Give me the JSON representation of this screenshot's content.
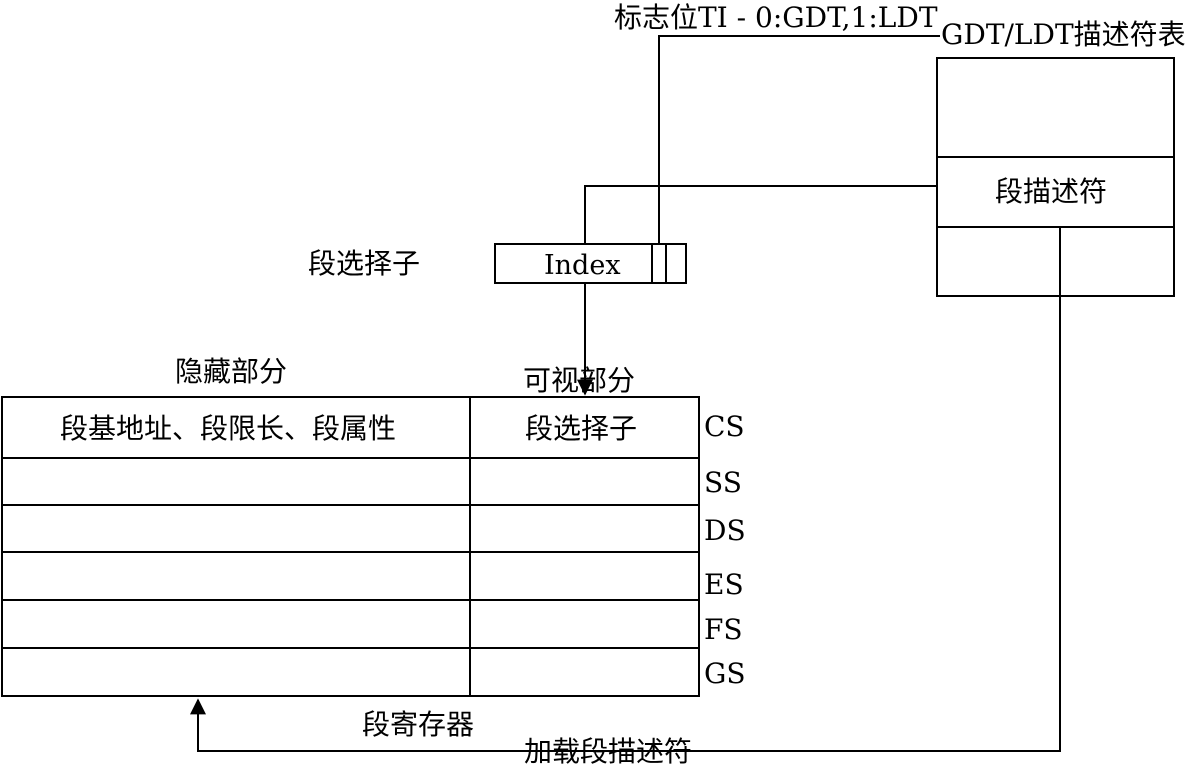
{
  "ti_flag_label": "标志位TI - 0:GDT,1:LDT",
  "descriptor_table_title": "GDT/LDT描述符表",
  "descriptor_entry_label": "段描述符",
  "selector_label": "段选择子",
  "selector_index_label": "Index",
  "hidden_part_label": "隐藏部分",
  "visible_part_label": "可视部分",
  "hidden_cell_text": "段基地址、段限长、段属性",
  "visible_cell_text": "段选择子",
  "segment_registers": [
    "CS",
    "SS",
    "DS",
    "ES",
    "FS",
    "GS"
  ],
  "segment_register_label": "段寄存器",
  "load_descriptor_label": "加载段描述符"
}
